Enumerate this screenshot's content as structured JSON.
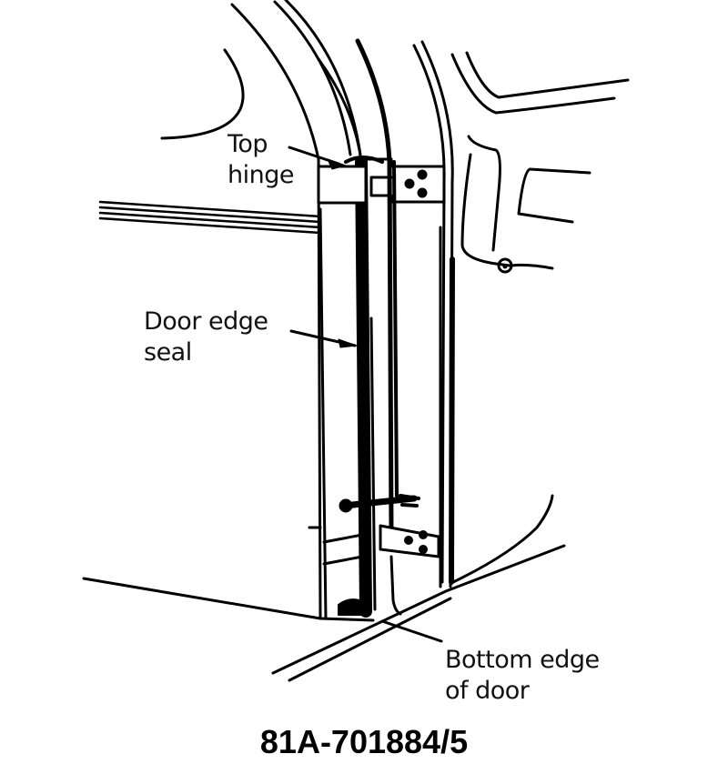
{
  "diagram": {
    "type": "technical-line-drawing",
    "subject": "Vehicle door edge with hinges and seal",
    "callouts": [
      {
        "id": "top-hinge",
        "line1": "Top",
        "line2": "hinge"
      },
      {
        "id": "door-edge-seal",
        "line1": "Door edge",
        "line2": "seal"
      },
      {
        "id": "bottom-edge-of-door",
        "line1": "Bottom edge",
        "line2": "of door"
      }
    ],
    "caption": "81A-701884/5",
    "colors": {
      "ink": "#000000",
      "background": "#ffffff"
    }
  }
}
